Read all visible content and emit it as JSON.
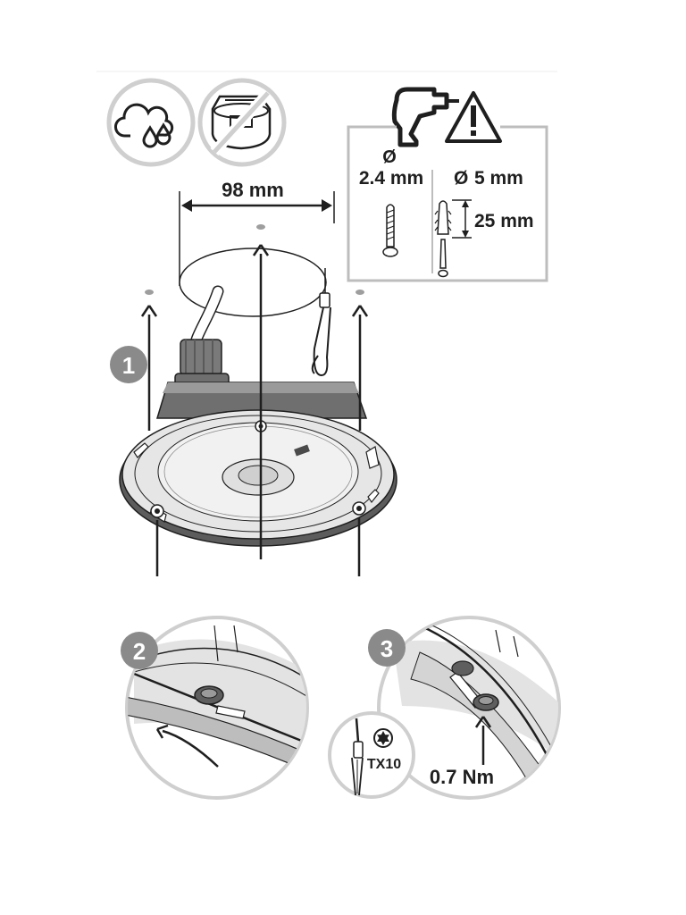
{
  "icons": {
    "weather": "cloud-rain-icon",
    "no_adapter": "no-adapter-icon",
    "drill": "drill-icon",
    "warning": "warning-triangle-icon",
    "torx": "torx-star-icon"
  },
  "labels": {
    "distance": "98 mm",
    "small_hole_symbol": "Ø",
    "small_hole": "2.4 mm",
    "large_hole_symbol": "Ø",
    "large_hole": "5 mm",
    "anchor_depth": "25 mm",
    "bit": "TX10",
    "torque": "0.7 Nm"
  },
  "steps": [
    "1",
    "2",
    "3"
  ],
  "colors": {
    "ink": "#1f1f1f",
    "grey_line": "#bdbdbd",
    "step_badge": "#8a8a8a",
    "part_fill": "#e8e8e8",
    "part_dark": "#6f6f6f"
  }
}
